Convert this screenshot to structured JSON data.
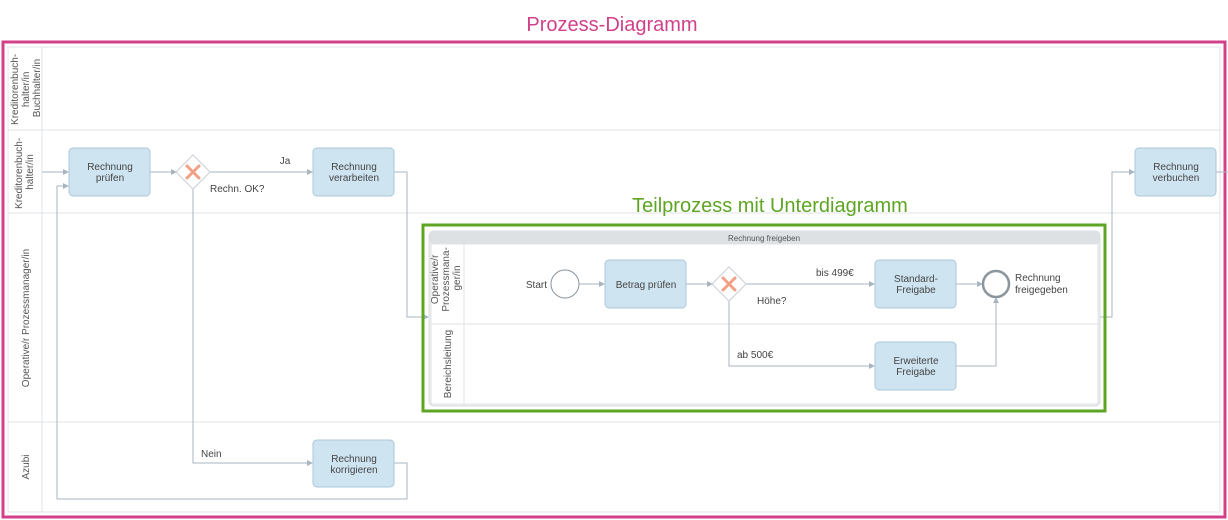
{
  "captions": {
    "main": "Prozess-Diagramm",
    "sub": "Teilprozess mit Unterdiagramm"
  },
  "lanes": {
    "lane1": [
      "Kreditorenbuch-",
      "halter/in",
      "Buchhalter/in"
    ],
    "lane2": [
      "Kreditorenbuch-",
      "halter/in"
    ],
    "lane3": [
      "Operative/r Prozessmanager/in"
    ],
    "lane4": [
      "Azubi"
    ]
  },
  "tasks": {
    "pruefen": [
      "Rechnung",
      "prüfen"
    ],
    "verarbeiten": [
      "Rechnung",
      "verarbeiten"
    ],
    "verbuchen": [
      "Rechnung",
      "verbuchen"
    ],
    "korrigieren": [
      "Rechnung",
      "korrigieren"
    ]
  },
  "flows": {
    "ja": "Ja",
    "nein": "Nein",
    "gateway_question": "Rechn. OK?"
  },
  "subprocess": {
    "title": "Rechnung freigeben",
    "lanes": {
      "lane1": [
        "Operative/r",
        "Prozessmana-",
        "ger/in"
      ],
      "lane2": [
        "Bereichsleitung"
      ]
    },
    "start_label": "Start",
    "betrag": "Betrag prüfen",
    "standard": [
      "Standard-",
      "Freigabe"
    ],
    "erweitert": [
      "Erweiterte",
      "Freigabe"
    ],
    "end_label": [
      "Rechnung",
      "freigegeben"
    ],
    "bis": "bis 499€",
    "ab": "ab 500€",
    "hoehe": "Höhe?"
  },
  "colors": {
    "pink": "#d2408a",
    "green": "#5ea524",
    "task_fill": "#cfe4f1",
    "task_stroke": "#a9c7db",
    "gateway_x": "#f2a085",
    "line": "#a9b6c0"
  }
}
